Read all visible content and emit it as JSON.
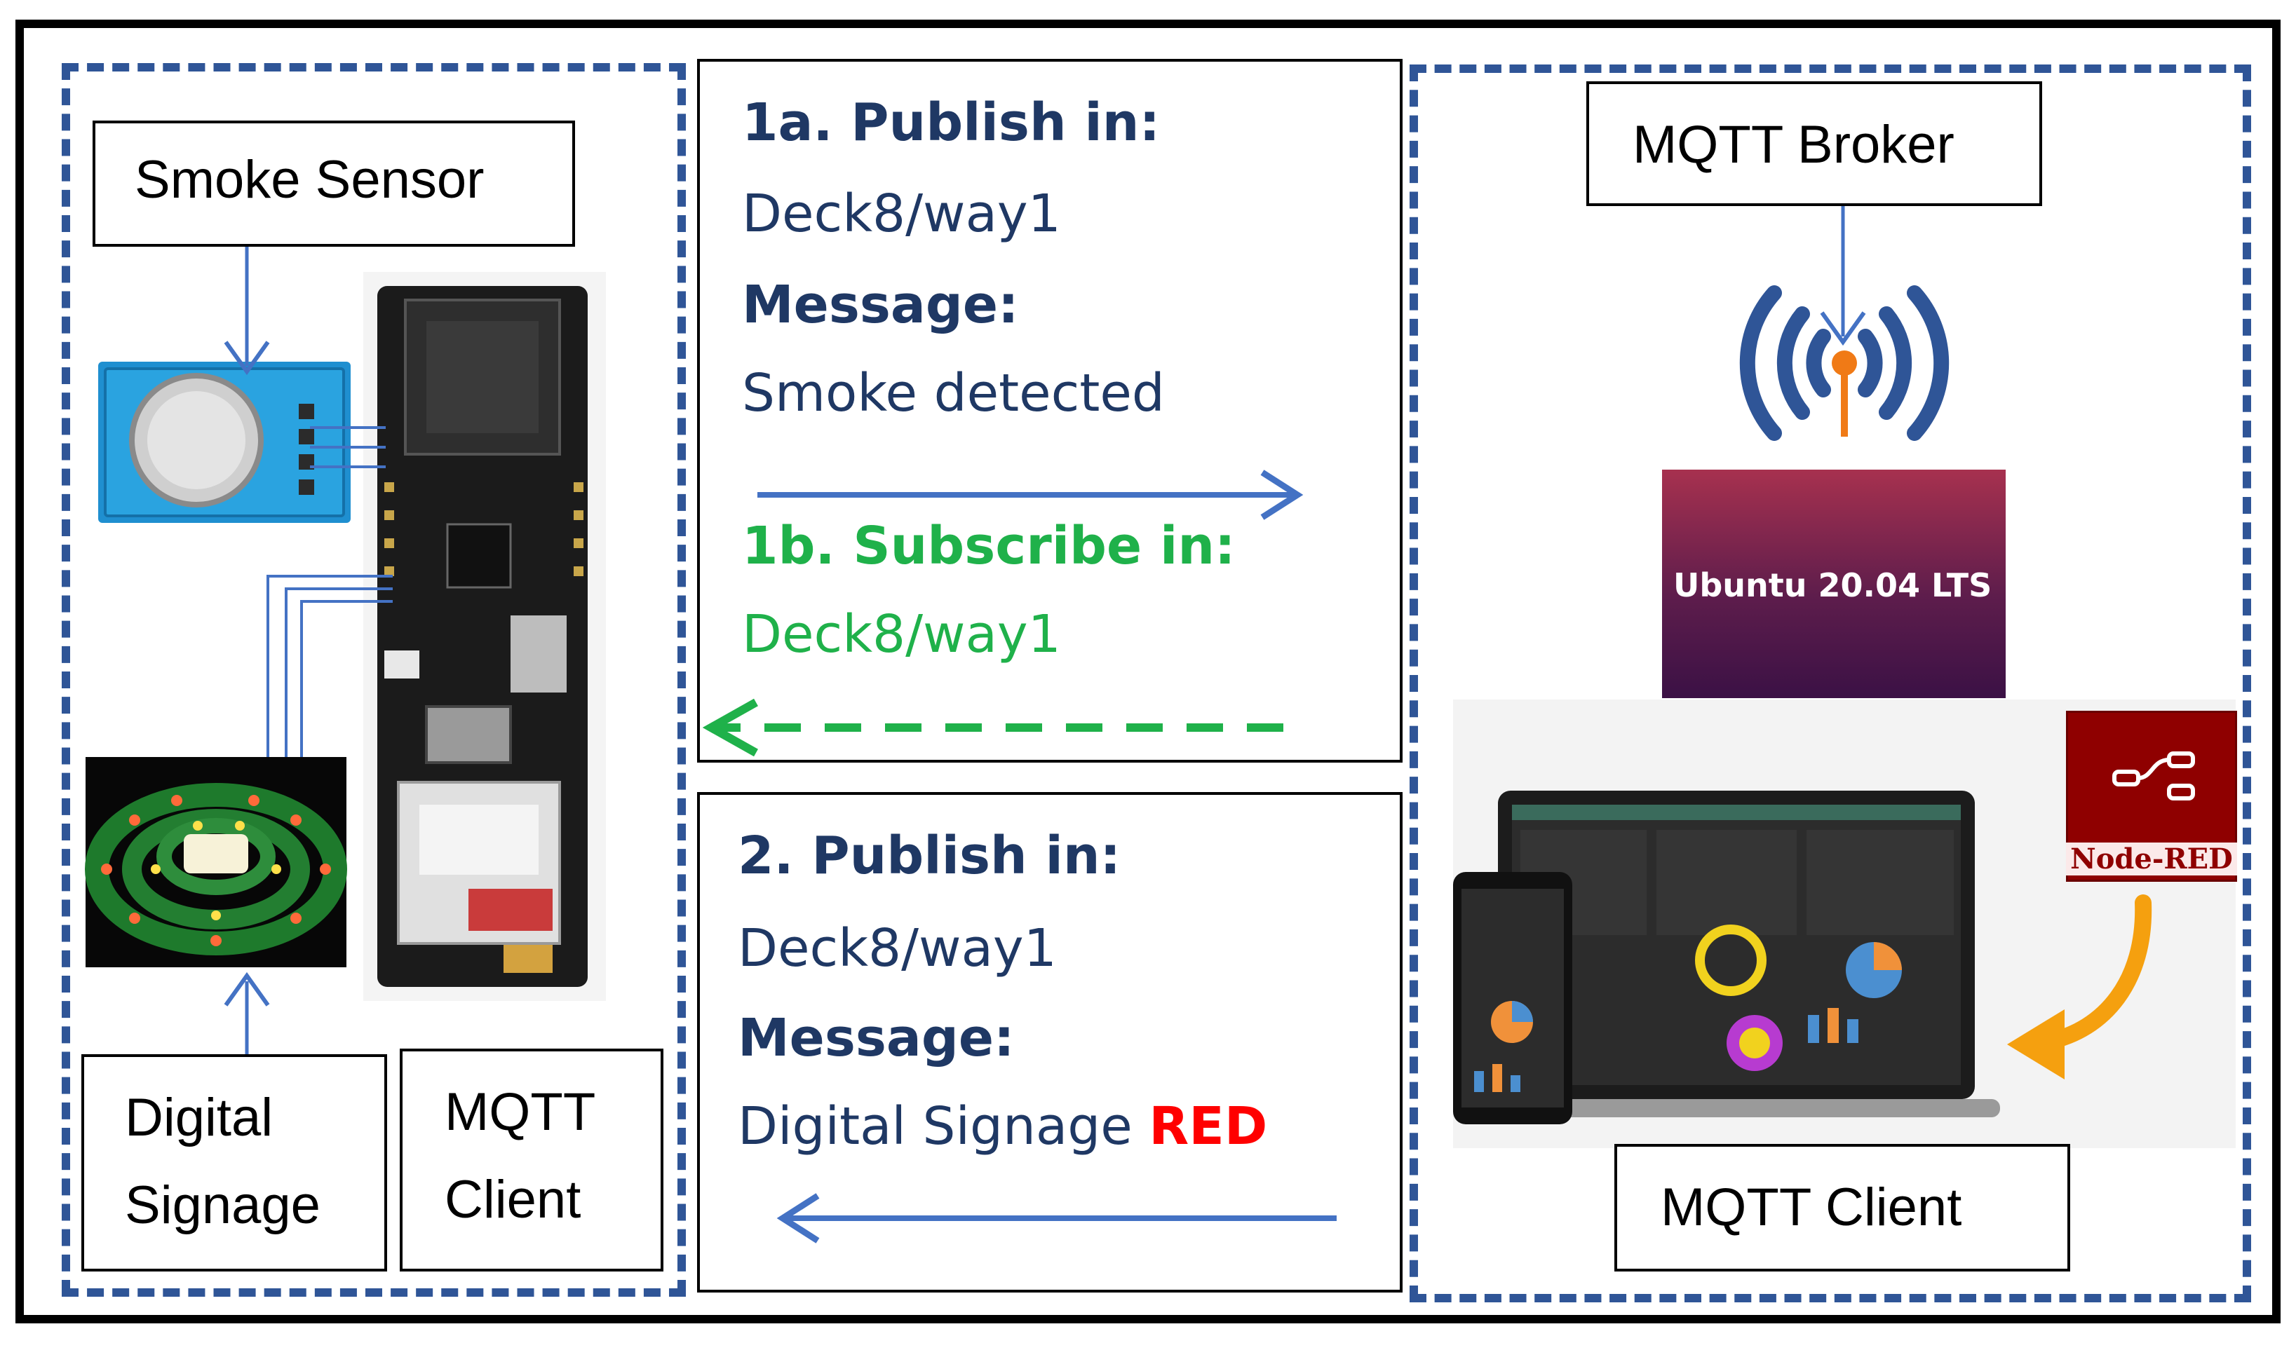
{
  "left_panel": {
    "smoke_sensor_label": "Smoke Sensor",
    "digital_signage_label_line1": "Digital",
    "digital_signage_label_line2": "Signage",
    "mqtt_client_label_line1": "MQTT",
    "mqtt_client_label_line2": "Client"
  },
  "message_top": {
    "publish_heading": "1a. Publish in:",
    "publish_topic": "Deck8/way1",
    "message_heading": "Message:",
    "message_text": "Smoke detected",
    "subscribe_heading": "1b. Subscribe in:",
    "subscribe_topic": "Deck8/way1"
  },
  "message_bottom": {
    "publish_heading": "2. Publish in:",
    "publish_topic": "Deck8/way1",
    "message_heading": "Message:",
    "message_text": "Digital Signage ",
    "message_highlight": "RED"
  },
  "right_panel": {
    "broker_label": "MQTT Broker",
    "ubuntu_text": "Ubuntu 20.04 LTS",
    "node_red_text": "Node-RED",
    "mqtt_client_label": "MQTT Client"
  },
  "colors": {
    "arrow_blue": "#4472c4",
    "dash_blue": "#2f5597",
    "subscribe_green": "#1fb14a",
    "highlight_red": "#ff0000",
    "node_red_maroon": "#8f0000",
    "ubuntu_purple": "#5e1d4c",
    "orange_arrow": "#f5a00f"
  }
}
